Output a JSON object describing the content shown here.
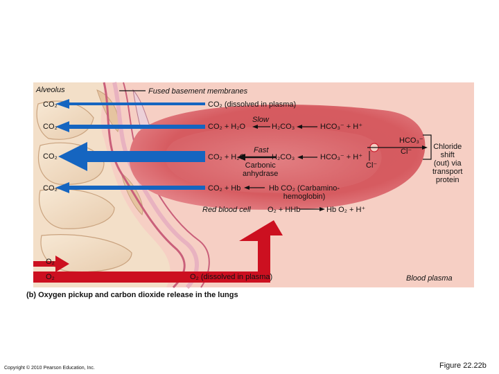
{
  "labels": {
    "alveolus": "Alveolus",
    "fused_membranes": "Fused basement membranes",
    "co2_left_1": "CO₂",
    "co2_left_2": "CO₂",
    "co2_left_3": "CO₂",
    "co2_left_4": "CO₂",
    "co2_dissolved": "CO₂ (dissolved in plasma)",
    "slow": "Slow",
    "fast": "Fast",
    "eq1_left": "CO₂ + H₂O",
    "eq1_right": "H₂CO₃",
    "eq1_ions": "HCO₃⁻ + H⁺",
    "eq2_left": "CO₂ + H₂O",
    "eq2_mid": "H₂CO₃",
    "eq2_ions": "HCO₃⁻ + H⁺",
    "carbonic_anhydrase": "Carbonic\nanhydrase",
    "eq3_left": "CO₂ + Hb",
    "eq3_right": "Hb CO₂ (Carbamino-\nhemoglobin)",
    "red_blood_cell": "Red blood cell",
    "eq4_left": "O₂ + HHb",
    "eq4_right": "Hb O₂ + H⁺",
    "cl_inside": "Cl⁻",
    "hco3_out": "HCO₃⁻",
    "cl_out": "Cl⁻",
    "chloride_shift": "Chloride\nshift\n(out) via\ntransport\nprotein",
    "o2_left_1": "O₂",
    "o2_left_2": "O₂",
    "o2_dissolved": "O₂ (dissolved in plasma)",
    "blood_plasma": "Blood plasma",
    "caption": "(b) Oxygen pickup and carbon dioxide release in the lungs",
    "copyright": "Copyright © 2010 Pearson Education, Inc.",
    "figure": "Figure 22.22b"
  },
  "colors": {
    "plasma": "#f5ccc2",
    "rbc": "#d9555a",
    "tissue": "#f1dcc4",
    "co2_arrow": "#1565c0",
    "o2_arrow": "#cc1020"
  }
}
